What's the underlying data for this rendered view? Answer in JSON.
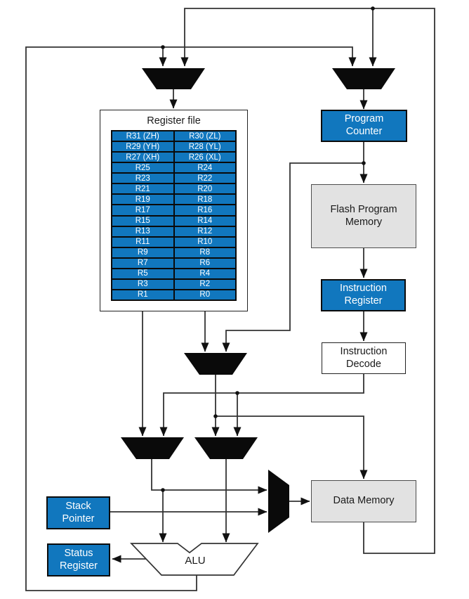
{
  "colors": {
    "box_blue": "#1177be",
    "box_gray": "#e2e2e2",
    "wire": "#333333",
    "mux_black": "#0a0a0a",
    "text_on_blue": "#ffffff",
    "text_dark": "#1a1a1a"
  },
  "register_file": {
    "title": "Register file",
    "rows": [
      {
        "left": "R31 (ZH)",
        "right": "R30 (ZL)"
      },
      {
        "left": "R29 (YH)",
        "right": "R28 (YL)"
      },
      {
        "left": "R27 (XH)",
        "right": "R26 (XL)"
      },
      {
        "left": "R25",
        "right": "R24"
      },
      {
        "left": "R23",
        "right": "R22"
      },
      {
        "left": "R21",
        "right": "R20"
      },
      {
        "left": "R19",
        "right": "R18"
      },
      {
        "left": "R17",
        "right": "R16"
      },
      {
        "left": "R15",
        "right": "R14"
      },
      {
        "left": "R13",
        "right": "R12"
      },
      {
        "left": "R11",
        "right": "R10"
      },
      {
        "left": "R9",
        "right": "R8"
      },
      {
        "left": "R7",
        "right": "R6"
      },
      {
        "left": "R5",
        "right": "R4"
      },
      {
        "left": "R3",
        "right": "R2"
      },
      {
        "left": "R1",
        "right": "R0"
      }
    ]
  },
  "blocks": {
    "program_counter": {
      "line1": "Program",
      "line2": "Counter"
    },
    "flash_program_memory": {
      "line1": "Flash Program",
      "line2": "Memory"
    },
    "instruction_register": {
      "line1": "Instruction",
      "line2": "Register"
    },
    "instruction_decode": {
      "line1": "Instruction",
      "line2": "Decode"
    },
    "data_memory": {
      "label": "Data Memory"
    },
    "stack_pointer": {
      "line1": "Stack",
      "line2": "Pointer"
    },
    "status_register": {
      "line1": "Status",
      "line2": "Register"
    },
    "alu": {
      "label": "ALU"
    }
  }
}
